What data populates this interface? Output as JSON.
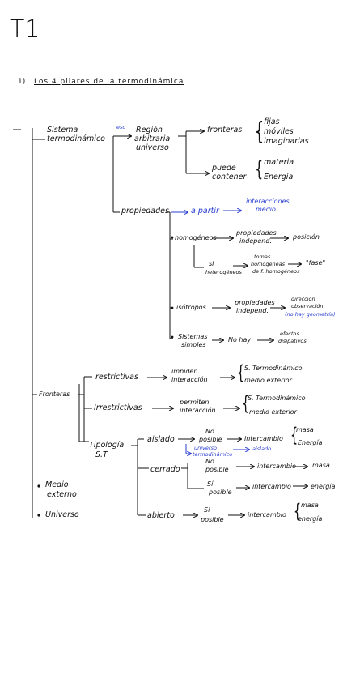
{
  "title": "T1",
  "heading": {
    "number": "1)",
    "text": "Los 4 pilares de la termodinámica"
  },
  "sistema": {
    "label_line1": "Sistema",
    "label_line2": "termodinámico",
    "tag": "esc",
    "region": {
      "l1": "Región",
      "l2": "arbitraria",
      "l3": "universo"
    },
    "fronteras": {
      "label": "fronteras",
      "items": [
        "fijas",
        "móviles",
        "imaginarias"
      ]
    },
    "puede_contener": {
      "l1": "puede",
      "l2": "contener",
      "items": [
        "materia",
        "Energía"
      ]
    },
    "propiedades": {
      "label": "propiedades",
      "a_partir": "a partir",
      "interacciones_l1": "interacciones",
      "interacciones_l2": "medio",
      "homogeneos": "homogéneos",
      "prop_indep_l1": "propiedades",
      "prop_indep_l2": "independ.",
      "posicion": "posición",
      "si": "si",
      "heterogeneos": "heterogéneos",
      "tomas_l1": "tomas",
      "tomas_l2": "homogéneas",
      "tomas_l3": "de f. homogéneos",
      "fase": "\"fase\"",
      "isotropos": "isótropos",
      "prop2_l1": "propiedades",
      "prop2_l2": "independ.",
      "direccion_l1": "dirección",
      "direccion_l2": "observación",
      "no_hay": "(no hay geometría)",
      "simples_l1": "Sistemas",
      "simples_l2": "simples",
      "no_hay2": "No hay",
      "efectos_l1": "efectos",
      "efectos_l2": "disipativos"
    }
  },
  "fronteras": {
    "label": "Fronteras",
    "restrictivas": "restrictivas",
    "impiden_l1": "impiden",
    "impiden_l2": "interacción",
    "restr_items": [
      "S. Termodinámico",
      "medio exterior"
    ],
    "irrestrictivas": "Irrestrictivas",
    "permiten_l1": "permiten",
    "permiten_l2": "interacción",
    "irr_items": [
      "S. Termodinámico",
      "medio exterior"
    ],
    "tipologia_l1": "Tipología",
    "tipologia_l2": "S.T",
    "aislado": {
      "label": "aislado",
      "no_l1": "No",
      "no_l2": "posible",
      "intercambio": "intercambio",
      "items": [
        "masa",
        "Energía"
      ],
      "universo_l1": "universo",
      "universo_l2": "termodinámico",
      "aislado_note": "aislado."
    },
    "cerrado": {
      "label": "cerrado",
      "no_l1": "No",
      "no_l2": "posible",
      "intercambio1": "intercambio",
      "masa": "masa",
      "si_l1": "Sí",
      "si_l2": "posible",
      "intercambio2": "intercambio",
      "energia": "energía"
    },
    "abierto": {
      "label": "abierto",
      "si_l1": "Sí",
      "si_l2": "posible",
      "intercambio": "intercambio",
      "items": [
        "masa",
        "energía"
      ]
    }
  },
  "medio_externo": {
    "l1": "Medio",
    "l2": "externo"
  },
  "universo": "Universo"
}
